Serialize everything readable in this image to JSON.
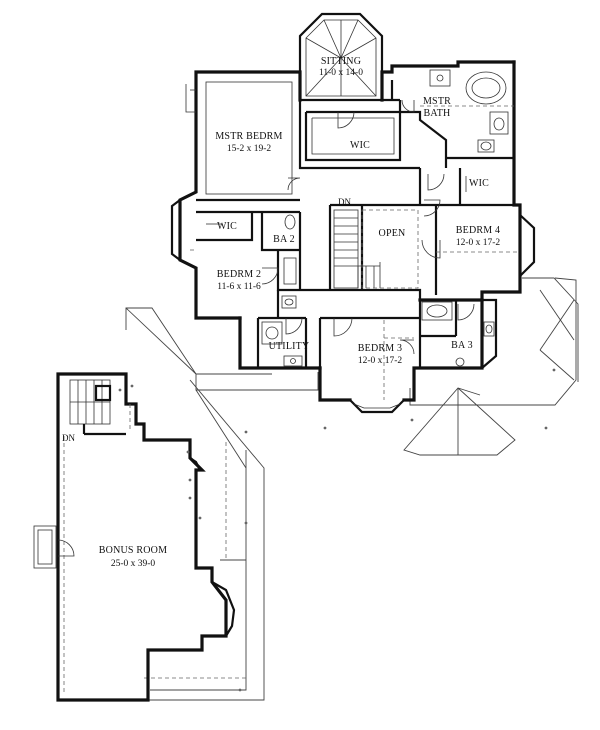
{
  "rooms": {
    "sitting": {
      "name": "SITTING",
      "dim": "11-0 x 14-0"
    },
    "mstr_bath": {
      "name1": "MSTR",
      "name2": "BATH"
    },
    "mstr_bedrm": {
      "name": "MSTR BEDRM",
      "dim": "15-2 x 19-2"
    },
    "wic_master": {
      "name": "WIC"
    },
    "wic_right": {
      "name": "WIC"
    },
    "wic_left": {
      "name": "WIC"
    },
    "ba2": {
      "name": "BA 2"
    },
    "open": {
      "name": "OPEN"
    },
    "bedrm4": {
      "name": "BEDRM 4",
      "dim": "12-0 x 17-2"
    },
    "bedrm2": {
      "name": "BEDRM 2",
      "dim": "11-6 x 11-6"
    },
    "utility": {
      "name": "UTILITY"
    },
    "bedrm3": {
      "name": "BEDRM 3",
      "dim": "12-0 x 17-2"
    },
    "ba3": {
      "name": "BA 3"
    },
    "bonus": {
      "name": "BONUS ROOM",
      "dim": "25-0 x 39-0"
    }
  },
  "stairs": {
    "dn_main": "DN",
    "dn_bonus": "DN"
  }
}
